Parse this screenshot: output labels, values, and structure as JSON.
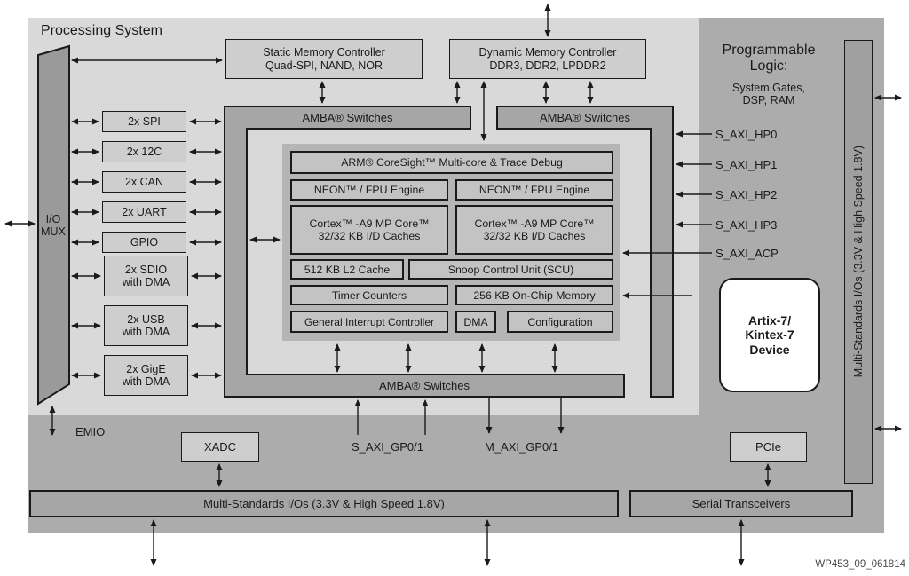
{
  "diagram": {
    "ps": {
      "title": "Processing System",
      "io_mux": "I/O\nMUX",
      "emio": "EMIO",
      "peripherals": [
        {
          "label": "2x SPI"
        },
        {
          "label": "2x 12C"
        },
        {
          "label": "2x CAN"
        },
        {
          "label": "2x UART"
        },
        {
          "label": "GPIO"
        },
        {
          "label": "2x SDIO\nwith DMA"
        },
        {
          "label": "2x USB\nwith DMA"
        },
        {
          "label": "2x GigE\nwith DMA"
        }
      ],
      "smc": "Static Memory Controller\nQuad-SPI, NAND, NOR",
      "dmc": "Dynamic Memory Controller\nDDR3, DDR2, LPDDR2",
      "amba": "AMBA® Switches",
      "cpu": {
        "coresight": "ARM® CoreSight™ Multi-core & Trace Debug",
        "neon": "NEON™ / FPU Engine",
        "cortex": "Cortex™ -A9 MP Core™\n32/32 KB I/D Caches",
        "l2": "512 KB L2 Cache",
        "scu": "Snoop Control Unit (SCU)",
        "timers": "Timer Counters",
        "ocm": "256 KB On-Chip Memory",
        "gic": "General Interrupt Controller",
        "dma": "DMA",
        "config": "Configuration"
      },
      "xadc": "XADC",
      "s_gp_port": "S_AXI_GP0/1",
      "m_gp_port": "M_AXI_GP0/1"
    },
    "pl": {
      "title": "Programmable\nLogic:",
      "subtitle": "System Gates,\nDSP, RAM",
      "device": "Artix-7/\nKintex-7\nDevice",
      "hp_ports": [
        {
          "label": "S_AXI_HP0"
        },
        {
          "label": "S_AXI_HP1"
        },
        {
          "label": "S_AXI_HP2"
        },
        {
          "label": "S_AXI_HP3"
        }
      ],
      "acp_port": "S_AXI_ACP",
      "pcie": "PCIe",
      "serial_transceivers": "Serial Transceivers",
      "io_bar_right": "Multi-Standards I/Os (3.3V & High Speed 1.8V)",
      "io_bar_bottom": "Multi-Standards I/Os (3.3V & High Speed 1.8V)"
    },
    "watermark": "WP453_09_061814",
    "colors": {
      "ps_bg": "#d9d9d9",
      "pl_bg": "#acacac",
      "switch_fill": "#a6a6a6",
      "cpu_panel_fill": "#b5b5b5",
      "box_fill": "#cecece",
      "cpu_box_fill": "#c3c3c3",
      "line": "#1a1a1a"
    }
  }
}
